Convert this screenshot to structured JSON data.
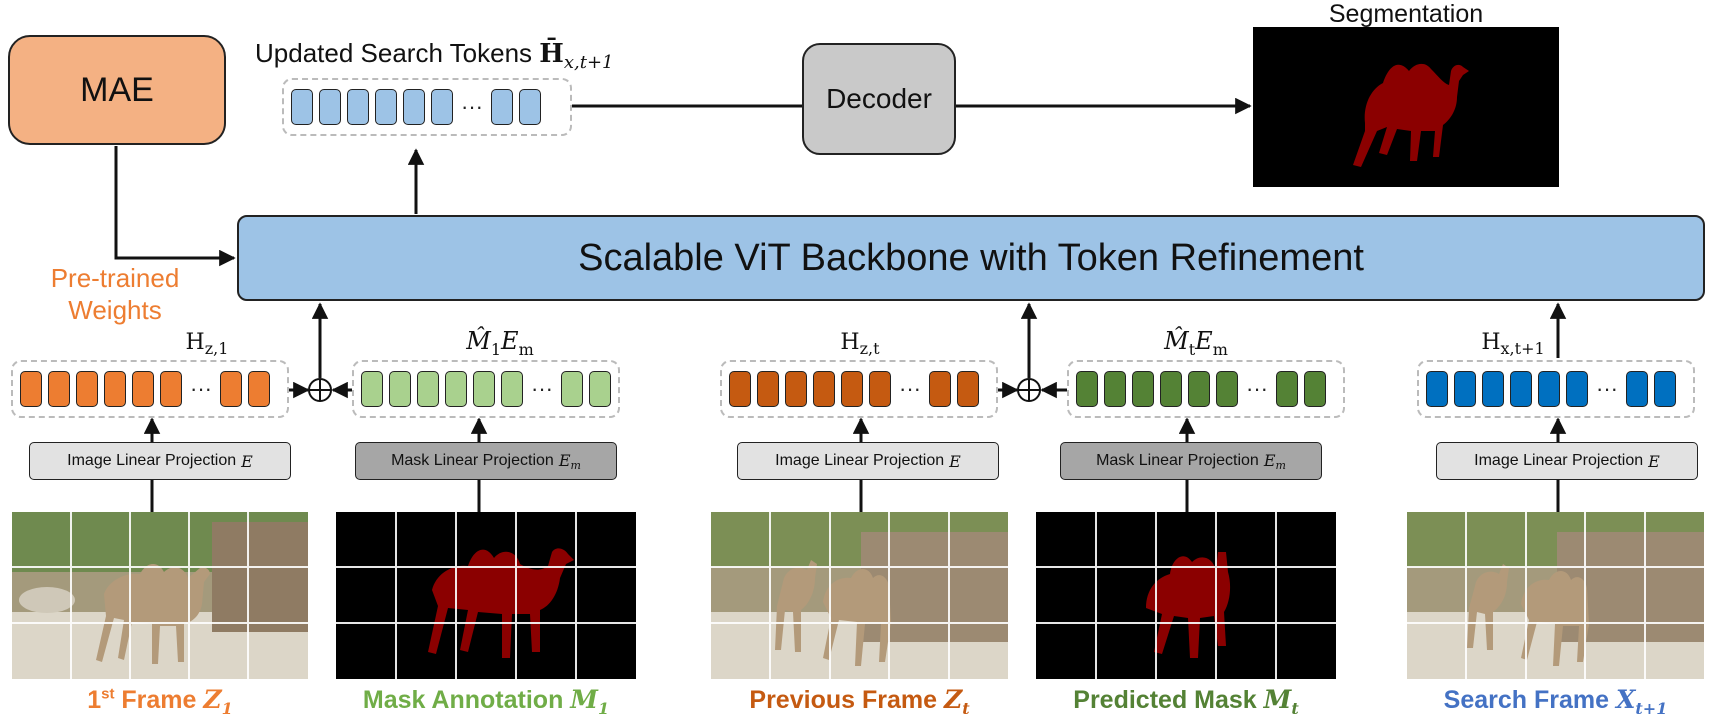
{
  "mae": {
    "label": "MAE"
  },
  "pretrained_weights": {
    "line1": "Pre-trained",
    "line2": "Weights"
  },
  "updated_tokens": {
    "label": "Updated Search Tokens ",
    "symbol": "H̄",
    "subscript": "x,t+1"
  },
  "decoder": {
    "label": "Decoder"
  },
  "segmentation": {
    "label": "Segmentation"
  },
  "backbone": {
    "label": "Scalable ViT Backbone with Token Refinement"
  },
  "token_dots": "···",
  "hz1": {
    "base": "H",
    "sub": "z,1"
  },
  "m1em": {
    "base": "M̂",
    "sub": "1",
    "tail": "E",
    "tail_sub": "m"
  },
  "hzt": {
    "base": "H",
    "sub": "z,t"
  },
  "mtem": {
    "base": "M̂",
    "sub": "t",
    "tail": "E",
    "tail_sub": "m"
  },
  "hxt1": {
    "base": "H",
    "sub": "x,t+1"
  },
  "proj": {
    "image": {
      "text": "Image Linear Projection",
      "var": "E"
    },
    "mask": {
      "text": "Mask Linear Projection",
      "var": "E",
      "var_sub": "m"
    }
  },
  "captions": {
    "first_frame": {
      "text": "1",
      "sup": "st",
      "text2": " Frame ",
      "var": "Z",
      "sub": "1"
    },
    "mask_annotation": {
      "text": "Mask Annotation ",
      "var": "M",
      "sub": "1"
    },
    "previous_frame": {
      "text": "Previous Frame ",
      "var": "Z",
      "sub": "t"
    },
    "predicted_mask": {
      "text": "Predicted Mask ",
      "var": "M",
      "sub": "t"
    },
    "search_frame": {
      "text": "Search Frame ",
      "var": "X",
      "sub": "t+1"
    }
  },
  "colors": {
    "mae_fill": "#f4b183",
    "pretrained_text": "#ed7d31",
    "updated_token": "#9dc3e6",
    "backbone_fill": "#9dc3e6",
    "decoder_fill": "#c9c9c9",
    "hz1_token": "#ed7d31",
    "m1_token": "#a9d18e",
    "hzt_token": "#c55a11",
    "mt_token": "#548235",
    "hxt1_token": "#0070c0",
    "image_proj_fill": "#e2e2e2",
    "mask_proj_fill": "#a6a6a6",
    "mask_red": "#8b0000",
    "caption_first": "#ed7d31",
    "caption_mask_annotation": "#70ad47",
    "caption_previous": "#c55a11",
    "caption_predicted": "#548235",
    "caption_search": "#4472c4"
  }
}
